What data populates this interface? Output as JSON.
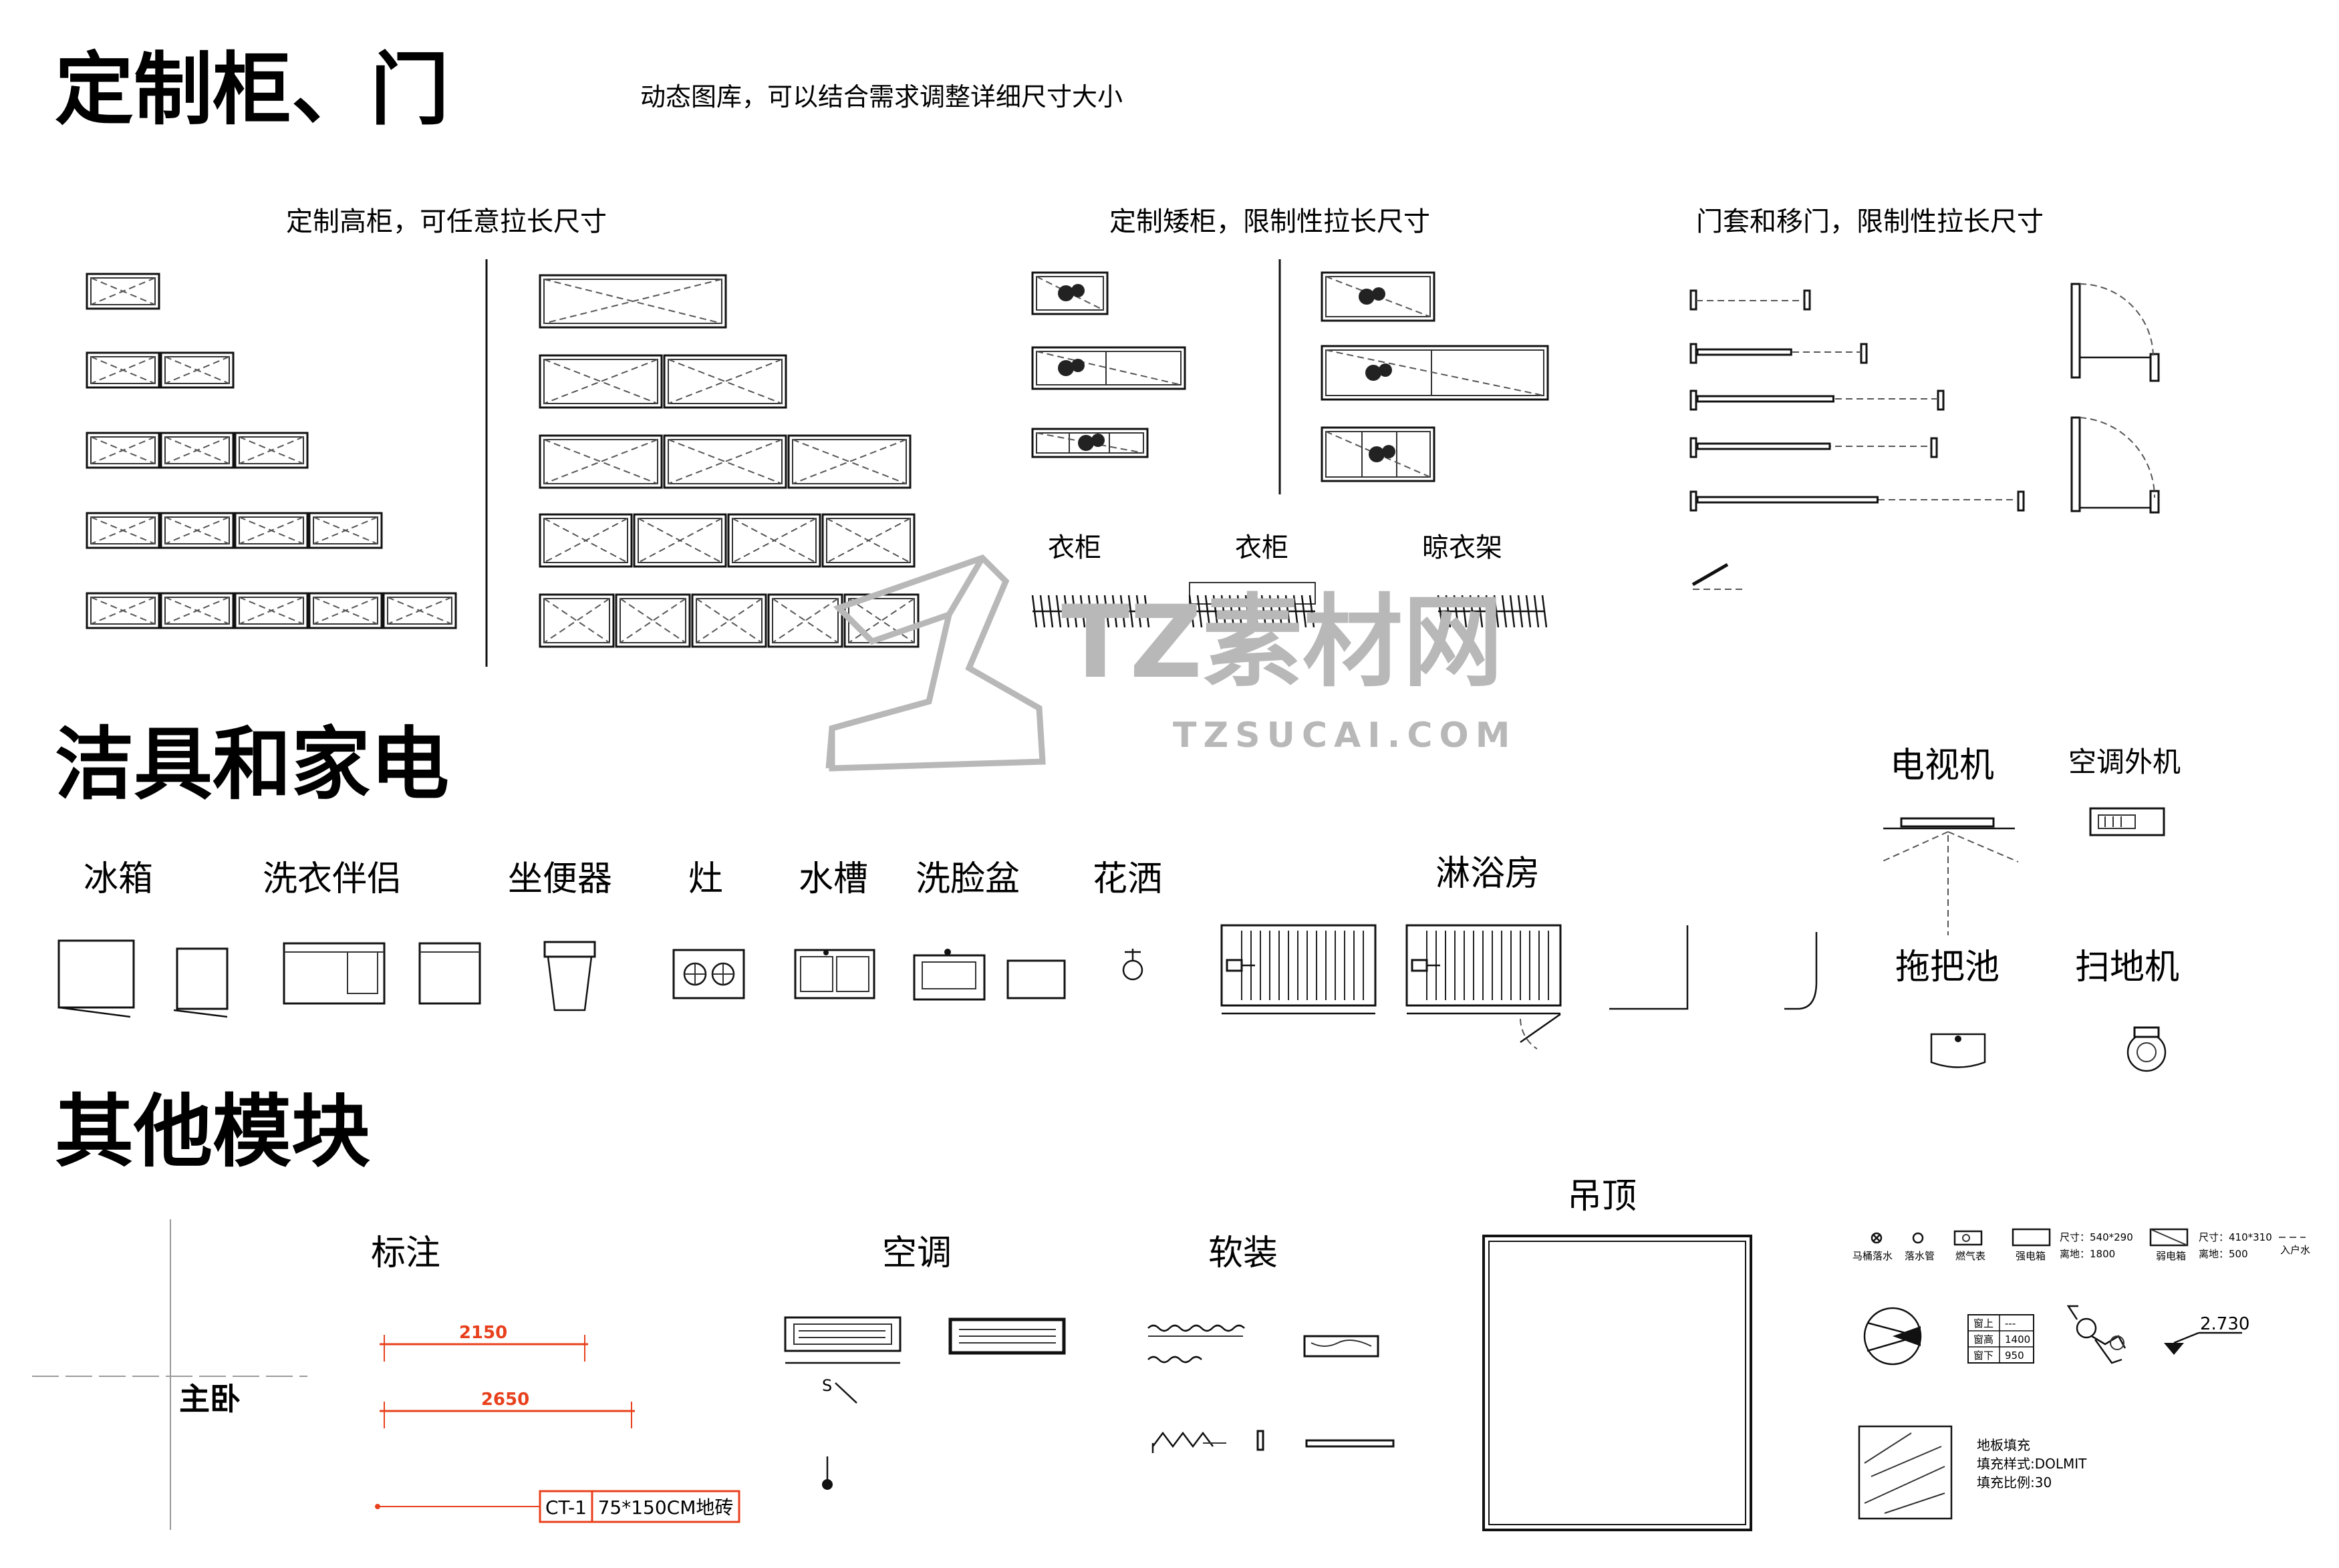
{
  "sections": {
    "cabinets_title": "定制柜、门",
    "cabinets_note": "动态图库，可以结合需求调整详细尺寸大小",
    "sanitary_title": "洁具和家电",
    "other_title": "其他模块"
  },
  "cabinets": {
    "tall": "定制高柜，可任意拉长尺寸",
    "low": "定制矮柜，限制性拉长尺寸",
    "doors": "门套和移门，限制性拉长尺寸",
    "wardrobe_a": "衣柜",
    "wardrobe_b": "衣柜",
    "drying_rack": "晾衣架"
  },
  "appliances": {
    "fridge": "冰箱",
    "washer": "洗衣伴侣",
    "toilet": "坐便器",
    "stove": "灶",
    "sink": "水槽",
    "basin": "洗脸盆",
    "shower": "花洒",
    "shower_room": "淋浴房",
    "tv": "电视机",
    "ac_outdoor": "空调外机",
    "mop_sink": "拖把池",
    "robot": "扫地机"
  },
  "other": {
    "annotation": "标注",
    "ac": "空调",
    "soft": "软装",
    "ceiling": "吊顶",
    "room_label": "主卧",
    "dim_1": "2150",
    "dim_2": "2650",
    "tag_code": "CT-1",
    "tag_text": "75*150CM地砖"
  },
  "legend": {
    "floor_drain": "马桶落水",
    "drain": "落水管",
    "gas_meter": "燃气表",
    "strong_box": "强电箱",
    "strong_size": "尺寸：540*290",
    "strong_height": "离地：1800",
    "weak_box": "弱电箱",
    "weak_size": "尺寸：410*310",
    "weak_height": "离地：500",
    "water_in": "入户水",
    "sill_1": "窗上",
    "sill_1_val": "---",
    "sill_2": "窗高",
    "sill_2_val": "1400",
    "sill_3": "窗下",
    "sill_3_val": "950",
    "level": "2.730",
    "fill_1": "地板填充",
    "fill_2": "填充样式:DOLMIT",
    "fill_3": "填充比例:30"
  },
  "watermark": {
    "name": "TZ素材网",
    "url": "TZSUCAI.COM"
  },
  "colors": {
    "annotation": "#e8401c",
    "watermark": "#b8b8b8"
  }
}
